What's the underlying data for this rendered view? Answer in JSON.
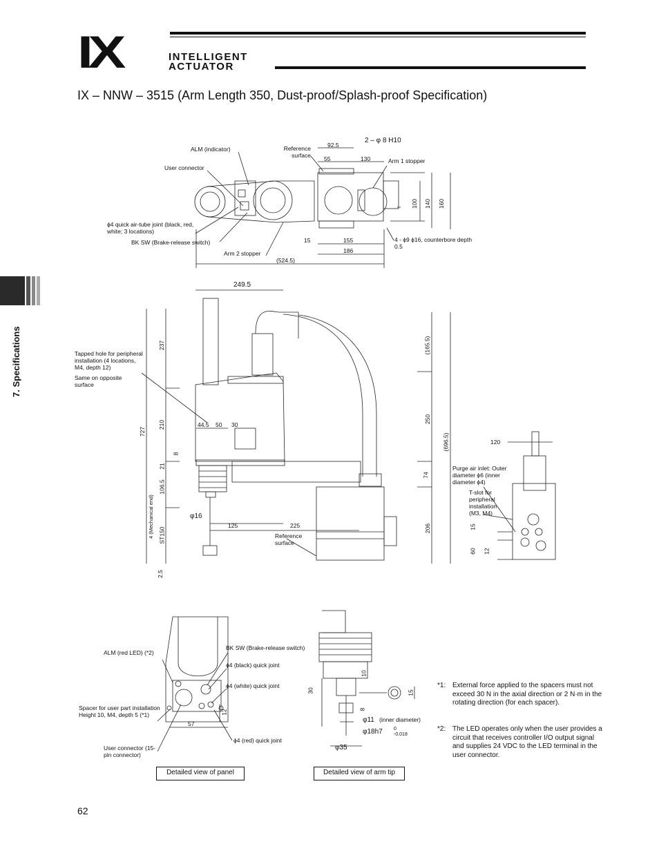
{
  "header": {
    "logo_mark": "IX",
    "logo_line1": "INTELLIGENT",
    "logo_line2": "ACTUATOR"
  },
  "title": "IX – NNW – 3515 (Arm Length 350, Dust-proof/Splash-proof Specification)",
  "side_tab": {
    "label": "7. Specifications"
  },
  "top_view": {
    "labels": {
      "alm": "ALM (indicator)",
      "reference": "Reference surface",
      "user_connector": "User connector",
      "arm1_stopper": "Arm 1 stopper",
      "air_joint": "ϕ4 quick air-tube joint (black, red, white; 3 locations)",
      "bk_sw": "BK SW (Brake-release switch)",
      "arm2_stopper": "Arm 2 stopper",
      "holes": "4 - ϕ9 ϕ16, counterbore depth 0.5"
    },
    "dims": {
      "d92_5": "92.5",
      "holes_h10": "2 – φ 8 H10",
      "d55": "55",
      "d130": "130",
      "d100": "100",
      "d140": "140",
      "d160": "160",
      "d15": "15",
      "d155": "155",
      "d186": "186",
      "d524_5": "(524.5)"
    }
  },
  "side_view": {
    "labels": {
      "tapped_hole": "Tapped hole for peripheral installation (4 locations, M4, depth 12)",
      "same_opposite": "Same on opposite surface",
      "reference": "Reference surface",
      "mech_end": "4 (Mechanical end)",
      "purge": "Purge air inlet: Outer diameter ϕ6 (inner diameter ϕ4)",
      "tslot": "T-slot for peripheral installation (M3, M4)"
    },
    "dims": {
      "d249_5": "249.5",
      "d237": "237",
      "d210": "210",
      "d727": "727",
      "d8": "8",
      "d21": "21",
      "d106_5": "106.5",
      "st150": "ST150",
      "d2_5": "2.5",
      "d44_5": "44.5",
      "d50": "50",
      "d30": "30",
      "phi16": "φ16",
      "d125": "125",
      "d225": "225",
      "d165_5": "(165.5)",
      "d250": "250",
      "d696_5": "(696.5)",
      "d74": "74",
      "d206": "206",
      "d120": "120",
      "d15": "15",
      "d60": "60",
      "d12": "12"
    }
  },
  "panel_view": {
    "caption": "Detailed view of panel",
    "labels": {
      "alm_led": "ALM (red LED) (*2)",
      "bk_sw": "BK SW (Brake-release switch)",
      "black_joint": "ϕ4 (black) quick joint",
      "white_joint": "ϕ4 (white) quick joint",
      "spacer": "Spacer for user part installation Height 10, M4, depth 5 (*1)",
      "red_joint": "ϕ4 (red) quick joint",
      "user_connector": "User connector (15-pin connector)"
    },
    "dims": {
      "d57": "57",
      "d12": "12"
    }
  },
  "arm_tip_view": {
    "caption": "Detailed view of arm tip",
    "dims": {
      "d10": "10",
      "d30": "30",
      "d8": "8",
      "d15": "15",
      "phi11": "φ11",
      "inner": "(inner diameter)",
      "phi18": "φ18h7",
      "tol_upper": "0",
      "tol_lower": "-0.018",
      "phi35": "φ35"
    }
  },
  "notes": [
    {
      "key": "*1:",
      "text": "External force applied to the spacers must not exceed 30 N in the axial direction or 2 N·m in the rotating direction (for each spacer)."
    },
    {
      "key": "*2:",
      "text": "The LED operates only when the user provides a circuit that receives controller I/O output signal and supplies 24 VDC to the LED terminal in the user connector."
    }
  ],
  "page_number": "62"
}
